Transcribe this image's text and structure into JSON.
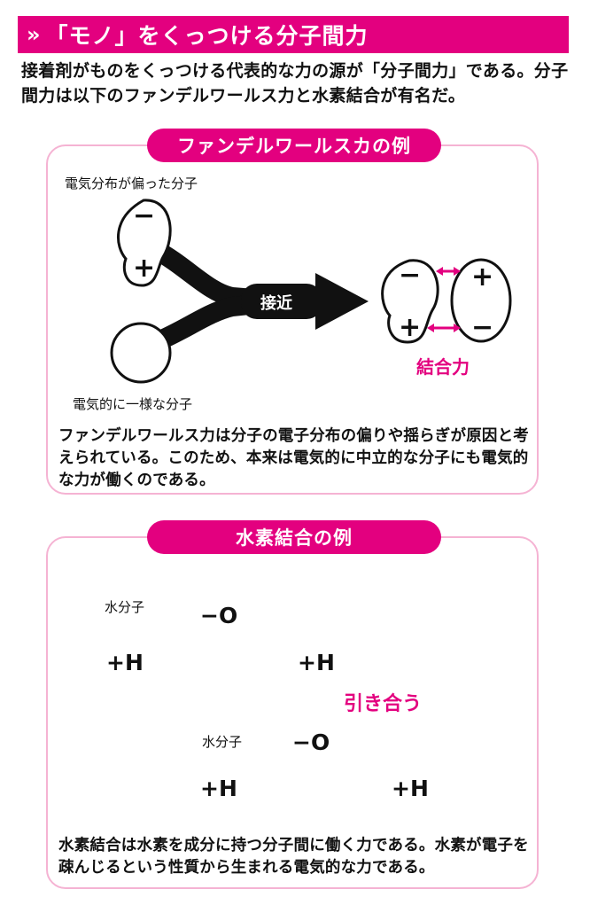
{
  "header": {
    "chevron": "»",
    "title": "「モノ」をくっつける分子間力"
  },
  "intro": "接着剤がものをくっつける代表的な力の源が「分子間力」である。分子間力は以下のファンデルワールス力と水素結合が有名だ。",
  "vdw": {
    "pill_label": "ファンデルワールスカの例",
    "label_polarized": "電気分布が偏った分子",
    "label_uniform": "電気的に一様な分子",
    "approach_label": "接近",
    "bond_label": "結合力",
    "minus": "−",
    "plus": "+",
    "caption": "ファンデルワールス力は分子の電子分布の偏りや揺らぎが原因と考えられている。このため、本来は電気的に中立的な分子にも電気的な力が働くのである。"
  },
  "hbond": {
    "pill_label": "水素結合の例",
    "water1": "水分子",
    "water2": "水分子",
    "o": "−O",
    "h": "+H",
    "attract_label": "引き合う",
    "caption": "水素結合は水素を成分に持つ分子間に働く力である。水素が電子を疎んじるという性質から生まれる電気的な力である。"
  },
  "colors": {
    "accent": "#e3007f",
    "panel_border": "#f5b3d3",
    "molecule_gray": "#dcdcdc"
  }
}
